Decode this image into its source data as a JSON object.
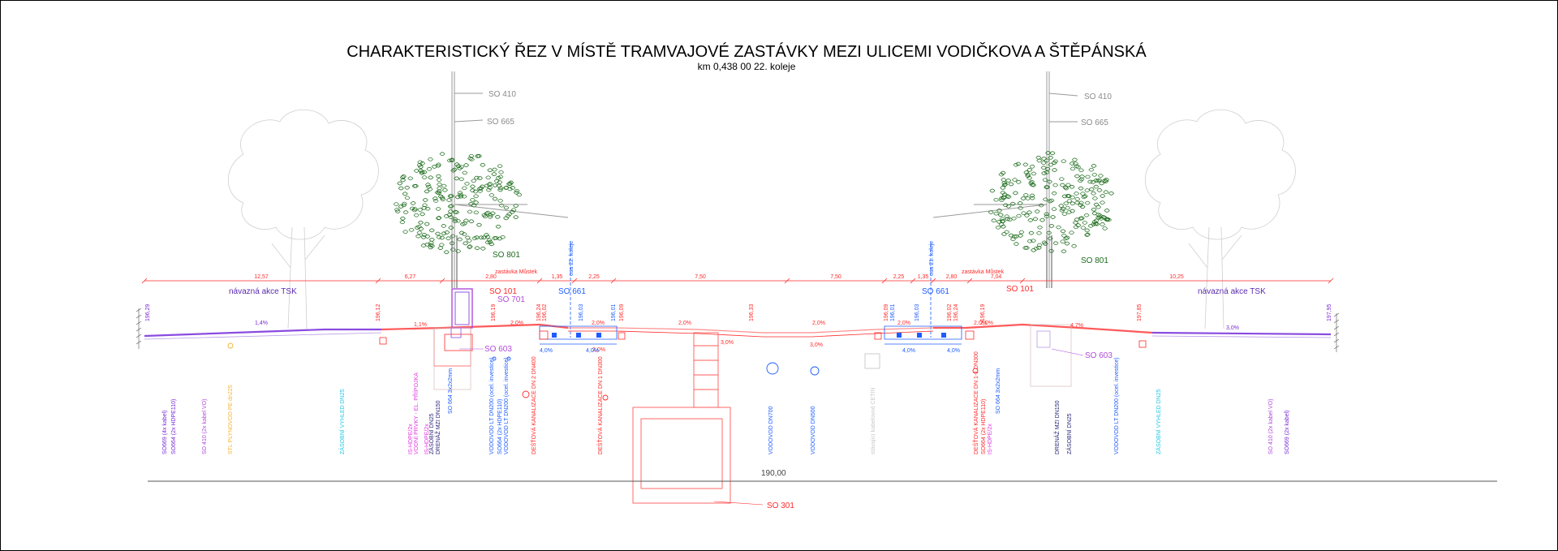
{
  "title": "CHARAKTERISTICKÝ ŘEZ V MÍSTĚ TRAMVAJOVÉ ZASTÁVKY MEZI ULICEMI VODIČKOVA A ŠTĚPÁNSKÁ",
  "subtitle": "km 0,438 00  22. koleje",
  "colors": {
    "red": "#ff2a2a",
    "blue": "#1d5cff",
    "purple": "#7a2bd6",
    "violet": "#b04bd9",
    "green": "#1c6b1c",
    "grey": "#8a8a8a",
    "lightgrey": "#c8c8c8",
    "magenta": "#e03be0",
    "cyan": "#25c8e6",
    "orange": "#f5b335",
    "navy": "#2a2a7a"
  },
  "labels": {
    "so410_left": "SO 410",
    "so665_left": "SO 665",
    "so410_right": "SO 410",
    "so665_right": "SO 665",
    "so801_left": "SO 801",
    "so801_right": "SO 801",
    "so101_left": "SO 101",
    "so701": "SO 701",
    "so661_left": "SO 661",
    "so661_right": "SO 661",
    "so101_right": "SO 101",
    "so603_left": "SO 603",
    "so603_right": "SO 603",
    "so301": "SO 301",
    "tsk_left": "návazná akce TSK",
    "tsk_right": "návazná akce TSK",
    "stop_left": "zastávka Můstek",
    "stop_right": "zastávka Můstek",
    "axis22": "osa 22. koleje",
    "axis21": "osa 21. koleje",
    "datum": "190,00"
  },
  "dims": [
    "12,57",
    "6,27",
    "2,80",
    "1,35",
    "2,25",
    "7,50",
    "7,50",
    "2,25",
    "1,35",
    "2,80",
    "7,04",
    "10,25"
  ],
  "slopes": [
    "1,4%",
    "1,1%",
    "2,0%",
    "2,0%",
    "2,0%",
    "2,0%",
    "2,0%",
    "2,0%",
    "2,0%",
    "2,0%",
    "4,7%",
    "3,0%",
    "4,0%",
    "4,0%",
    "4,0%",
    "4,0%",
    "3,0%",
    "3,0%"
  ],
  "elevations": [
    "196,29",
    "196,12",
    "196,19",
    "196,24",
    "196,02",
    "196,03",
    "196,01",
    "196,09",
    "196,33",
    "196,09",
    "196,01",
    "196,03",
    "196,02",
    "196,24",
    "196,19",
    "197,85",
    "197,95"
  ],
  "utilities_left": [
    "SO669 (4x kabel)",
    "SO664 (2x HDPE110)",
    "SO 410 (2x kabel VO)",
    "STL PLYNOVOD PE dn225",
    "ZÁSOBNÍ VYHLED DN25",
    "IS-HDPE/2x",
    "VODNÍ PRVKY - EL. PŘÍPOJKA",
    "IS-HDPE/2x",
    "ZÁSOBNÍ DN25",
    "DRENÁŽ MZI DN150",
    "SO 664 3x2x2mm",
    "VODOVOD LT DN200 (ocel. investice)",
    "SO664 (2x HDPE110)",
    "VODOVOD LT DN200 (ocel. investice)",
    "DEŠŤOVÁ KANALIZACE DN 2 DN400",
    "DEŠŤOVÁ KANALIZACE DN 1 DN300",
    "VODOVOD DN700",
    "VODOVOD DN500",
    "stávající kabelovod CETIN"
  ],
  "utilities_right": [
    "DEŠŤOVÁ KANALIZACE DN 1-1 DN300",
    "SO664 (2x HDPE110)",
    "IS-HDPE/2x",
    "SO 664 3x2x2mm",
    "DRENÁŽ MZI DN150",
    "ZÁSOBNÍ DN25",
    "VODOVOD LT DN200 (ocel. investice)",
    "ZÁSOBNÍ VYHLED DN25",
    "SO 410 (2x kabel VO)",
    "SO669 (2x kabel)"
  ]
}
